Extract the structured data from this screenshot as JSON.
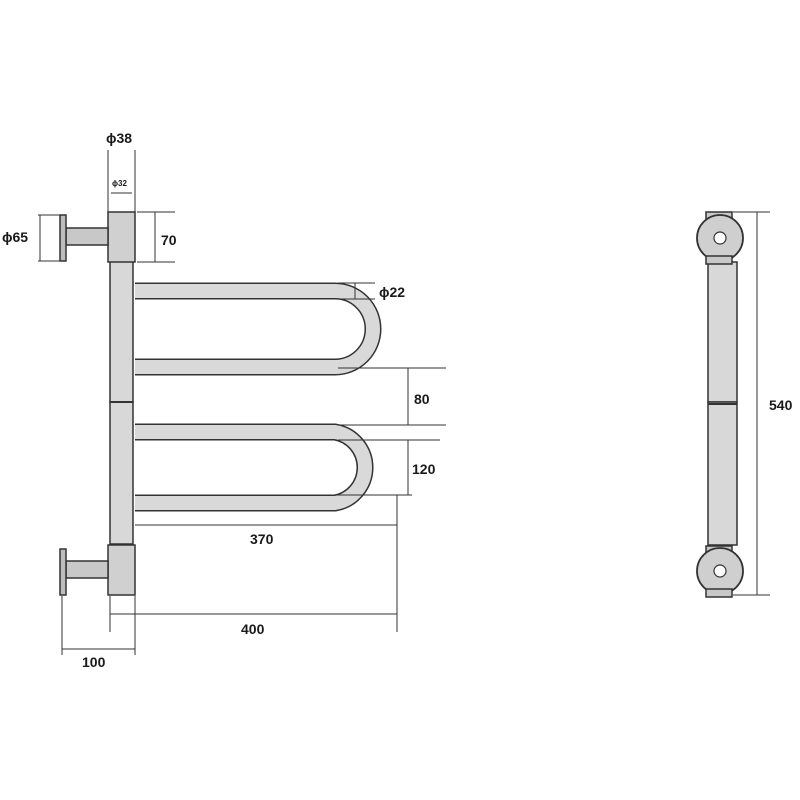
{
  "dimensions": {
    "tube_outer_diameter": "ϕ38",
    "tube_inner_diameter": "ϕ32",
    "flange_diameter": "ϕ65",
    "collar_height": "70",
    "rail_diameter": "ϕ22",
    "rail_gap": "80",
    "u_height": "120",
    "rail_length": "370",
    "overall_width": "400",
    "wall_offset": "100",
    "overall_height": "540"
  },
  "colors": {
    "line": "#333333",
    "tube_fill": "#d8d8d8",
    "rail_fill": "#d9d9d9",
    "background": "#ffffff"
  }
}
